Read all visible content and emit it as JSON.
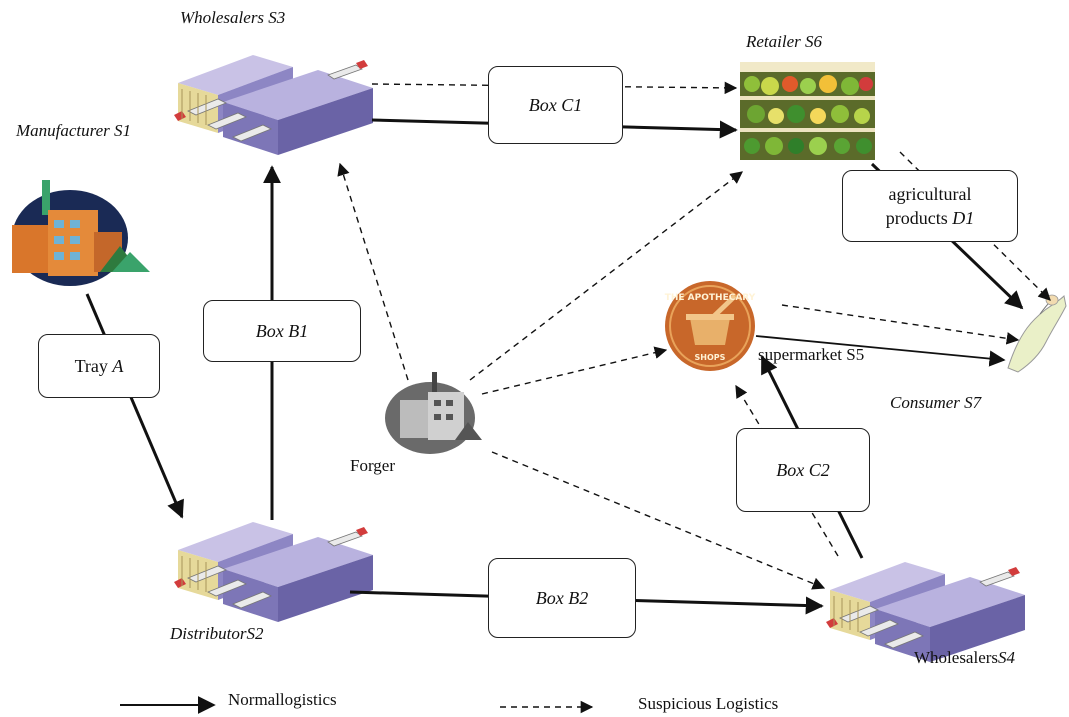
{
  "nodes": {
    "manufacturer": "Manufacturer S1",
    "distributor": "DistributorS2",
    "wholesaler_s3": "Wholesalers S3",
    "wholesaler_s4_prefix": "Wholesalers",
    "wholesaler_s4_suffix": "S4",
    "supermarket": "supermarket S5",
    "retailer": "Retailer S6",
    "consumer": "Consumer S7",
    "forger": "Forger"
  },
  "shop_sign": {
    "top": "THE APOTHECARY",
    "bottom": "SHOPS"
  },
  "boxes": {
    "tray_prefix": "Tray ",
    "tray_suffix": "A",
    "box_b1": "Box B1",
    "box_b2": "Box B2",
    "box_c1": "Box C1",
    "box_c2": "Box C2",
    "agri_line1": "agricultural",
    "agri_line2_prefix": "products ",
    "agri_line2_suffix": "D1"
  },
  "legend": {
    "normal": "Normallogistics",
    "suspicious": "Suspicious Logistics"
  }
}
